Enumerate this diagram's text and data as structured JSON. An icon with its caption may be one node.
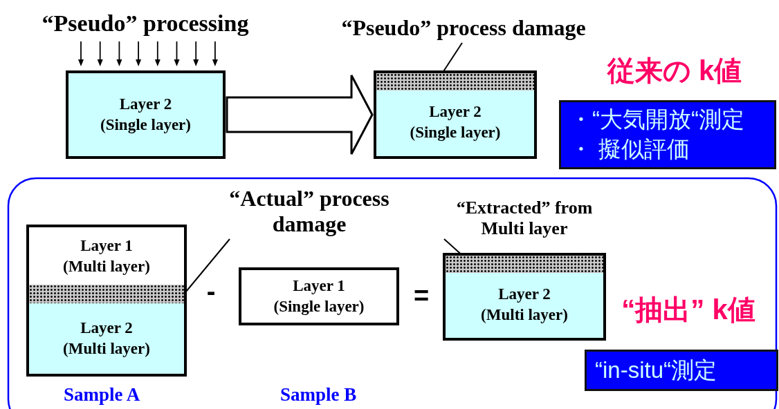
{
  "diagram": {
    "nodes": [
      {
        "text": [
          "Layer 2 (Single layer)"
        ]
      },
      {
        "text": [
          "Layer 2 (Single layer)"
        ]
      },
      {
        "text": [],
        "shape": "bar",
        "in": 1
      },
      {
        "text": [
          "“Pseudo” process damage"
        ]
      },
      {
        "text": [
          "・“大気開放“測定",
          "・ 擬似評価"
        ]
      },
      {
        "text": [
          "Layer 1 (Multi layer)"
        ]
      },
      {
        "text": [],
        "shape": "bar"
      },
      {
        "text": [
          "Layer 2 (Multi layer)"
        ],
        "beside": [
          "Sample A"
        ]
      },
      {
        "text": [
          "“Actual” process damage"
        ]
      },
      {
        "text": [
          "Layer 1 (Single layer)"
        ],
        "beside": [
          "Sample B"
        ]
      },
      {
        "text": [
          "Layer 2 (Multi layer)"
        ]
      },
      {
        "text": [],
        "shape": "bar",
        "in": 10
      },
      {
        "text": [
          "“Extracted” from Multi layer"
        ]
      },
      {
        "text": [
          "“in-situ“測定"
        ]
      }
    ],
    "edges": [
      {
        "from": 0,
        "to": 1,
        "arrow": "to",
        "style": "thick"
      },
      {
        "from": 3,
        "to": 2,
        "arrow": "none"
      },
      {
        "from": 8,
        "to": 6,
        "arrow": "none"
      },
      {
        "from": 12,
        "to": 11,
        "arrow": "none"
      }
    ],
    "labels": [
      "“Pseudo” processing",
      "従来の k値",
      "-",
      "=",
      "“抽出” k値"
    ]
  }
}
